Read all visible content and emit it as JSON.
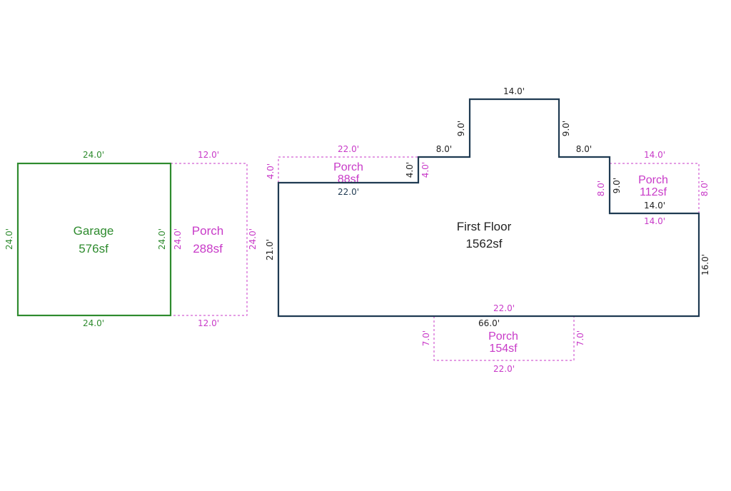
{
  "colors": {
    "garage": "#2e8b2e",
    "porch": "#c83ac8",
    "floor": "#1f3a52",
    "floor_text": "#222222",
    "background": "#ffffff"
  },
  "garage": {
    "name": "Garage",
    "area": "576sf",
    "dims": {
      "top": "24.0'",
      "bottom": "24.0'",
      "left": "24.0'",
      "right": "24.0'"
    }
  },
  "porch_side": {
    "name": "Porch",
    "area": "288sf",
    "dims": {
      "top": "12.0'",
      "bottom": "12.0'",
      "left": "24.0'",
      "right": "24.0'"
    }
  },
  "porch_front_left": {
    "name": "Porch",
    "area": "88sf",
    "dims": {
      "top": "22.0'",
      "bottom": "22.0'",
      "left": "4.0'",
      "right": "4.0'"
    }
  },
  "porch_right": {
    "name": "Porch",
    "area": "112sf",
    "dims": {
      "top": "14.0'",
      "bottom": "14.0'",
      "left": "8.0'",
      "right": "8.0'"
    }
  },
  "porch_bottom": {
    "name": "Porch",
    "area": "154sf",
    "dims": {
      "top": "22.0'",
      "bottom": "22.0'",
      "left": "7.0'",
      "right": "7.0'"
    }
  },
  "first_floor": {
    "name": "First Floor",
    "area": "1562sf",
    "dims": {
      "left": "21.0'",
      "top_left": "22.0'",
      "left_notch": "4.0'",
      "step_left_top": "8.0'",
      "rise_left": "9.0'",
      "top": "14.0'",
      "rise_right": "9.0'",
      "step_right_top": "8.0'",
      "right_notch": "9.0'",
      "right_ledge": "14.0'",
      "right": "16.0'",
      "bottom": "66.0'"
    }
  }
}
